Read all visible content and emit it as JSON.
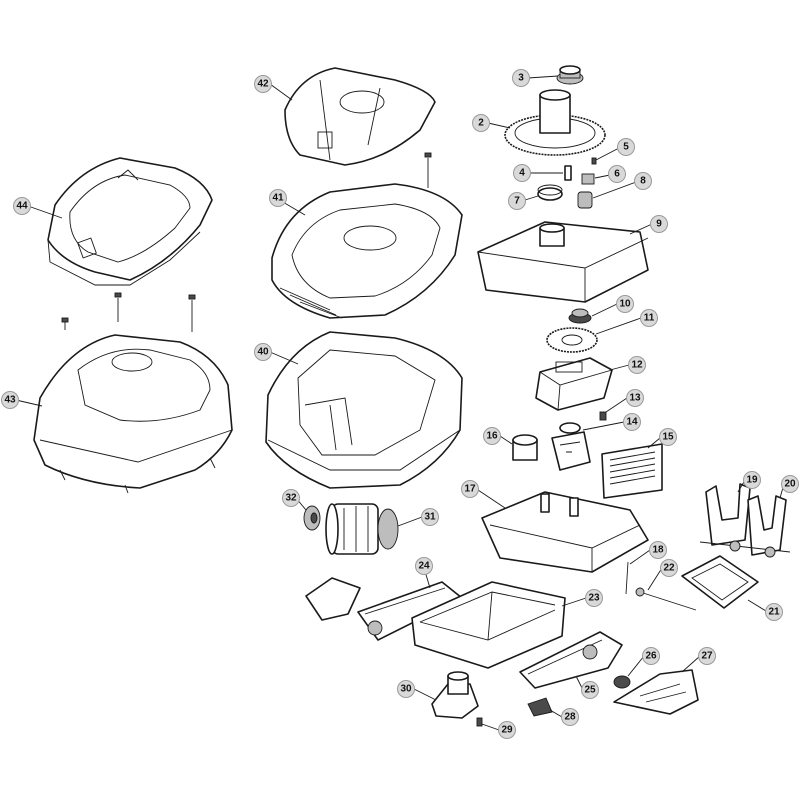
{
  "callouts": [
    {
      "id": "c2",
      "label": "2"
    },
    {
      "id": "c3",
      "label": "3"
    },
    {
      "id": "c4",
      "label": "4"
    },
    {
      "id": "c5",
      "label": "5"
    },
    {
      "id": "c6",
      "label": "6"
    },
    {
      "id": "c7",
      "label": "7"
    },
    {
      "id": "c8",
      "label": "8"
    },
    {
      "id": "c9",
      "label": "9"
    },
    {
      "id": "c10",
      "label": "10"
    },
    {
      "id": "c11",
      "label": "11"
    },
    {
      "id": "c12",
      "label": "12"
    },
    {
      "id": "c13",
      "label": "13"
    },
    {
      "id": "c14",
      "label": "14"
    },
    {
      "id": "c15",
      "label": "15"
    },
    {
      "id": "c16",
      "label": "16"
    },
    {
      "id": "c17",
      "label": "17"
    },
    {
      "id": "c18",
      "label": "18"
    },
    {
      "id": "c19",
      "label": "19"
    },
    {
      "id": "c20",
      "label": "20"
    },
    {
      "id": "c21",
      "label": "21"
    },
    {
      "id": "c22",
      "label": "22"
    },
    {
      "id": "c23",
      "label": "23"
    },
    {
      "id": "c24",
      "label": "24"
    },
    {
      "id": "c25",
      "label": "25"
    },
    {
      "id": "c26",
      "label": "26"
    },
    {
      "id": "c27",
      "label": "27"
    },
    {
      "id": "c28",
      "label": "28"
    },
    {
      "id": "c29",
      "label": "29"
    },
    {
      "id": "c30",
      "label": "30"
    },
    {
      "id": "c31",
      "label": "31"
    },
    {
      "id": "c32",
      "label": "32"
    },
    {
      "id": "c40",
      "label": "40"
    },
    {
      "id": "c41",
      "label": "41"
    },
    {
      "id": "c42",
      "label": "42"
    },
    {
      "id": "c43",
      "label": "43"
    },
    {
      "id": "c44",
      "label": "44"
    }
  ]
}
